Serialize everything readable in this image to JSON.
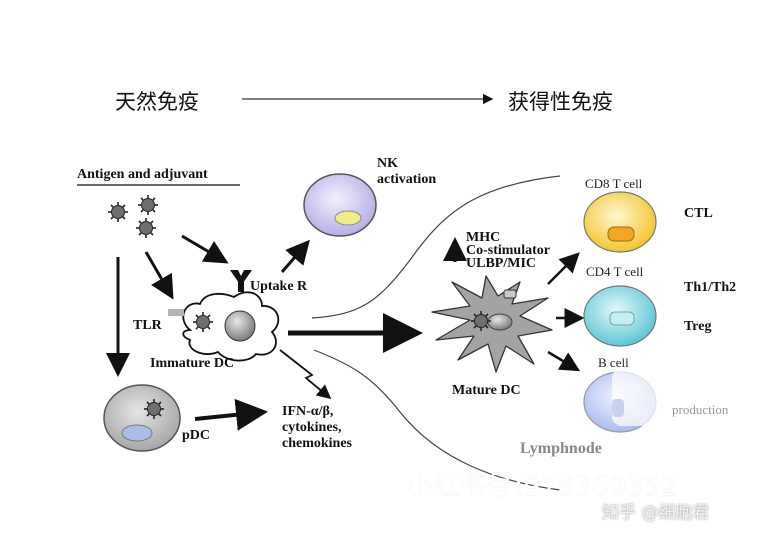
{
  "header": {
    "left_title": "天然免疫",
    "right_title": "获得性免疫"
  },
  "labels": {
    "antigen_adjuvant": "Antigen and adjuvant",
    "tlr": "TLR",
    "uptake_r": "Uptake R",
    "immature_dc": "Immature DC",
    "nk_line1": "NK",
    "nk_line2": "activation",
    "pdc": "pDC",
    "ifn_line1": "IFN-α/β,",
    "ifn_line2": "cytokines,",
    "ifn_line3": "chemokines",
    "mhc": "MHC",
    "costim": "Co-stimulator",
    "ulbp": "ULBP/MIC",
    "mature_dc": "Mature DC",
    "lymphnode": "Lymphnode",
    "cd8": "CD8 T cell",
    "ctl": "CTL",
    "cd4": "CD4 T cell",
    "th": "Th1/Th2",
    "treg": "Treg",
    "bcell": "B cell",
    "ab_production": "production"
  },
  "watermarks": {
    "xhs": "小红书号:978369352",
    "zhihu": "知乎 @细胞君"
  },
  "colors": {
    "nk_fill": "#c9c3ea",
    "nk_nucleus": "#f0ec8a",
    "pdc_fill": "#b9b9b9",
    "pdc_nucleus": "#a9bde6",
    "cd8_fill": "#f7d24a",
    "cd4_fill": "#7ed3e0",
    "b_fill": "#b8c7f0",
    "dc_fill": "#9a9a9a"
  }
}
